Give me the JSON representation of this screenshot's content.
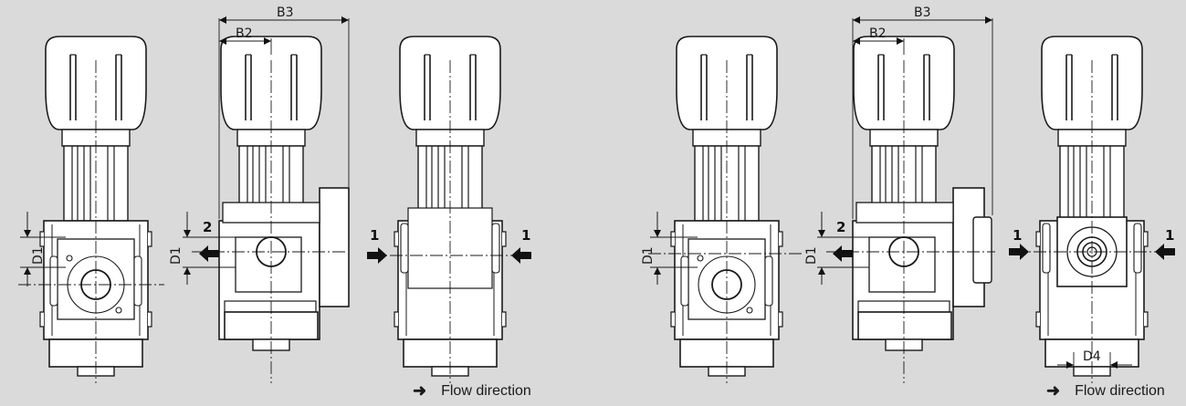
{
  "dimensions": {
    "b3_label": "B3",
    "b2_label": "B2",
    "d1_label": "D1",
    "d4_label": "D4"
  },
  "ports": {
    "inlet_label": "1",
    "outlet_label": "2"
  },
  "legend": {
    "text": "Flow direction",
    "icon": "right-arrow-icon"
  },
  "colors": {
    "background": "#dadada",
    "body_fill": "#ffffff",
    "line": "#1a1a1a"
  }
}
